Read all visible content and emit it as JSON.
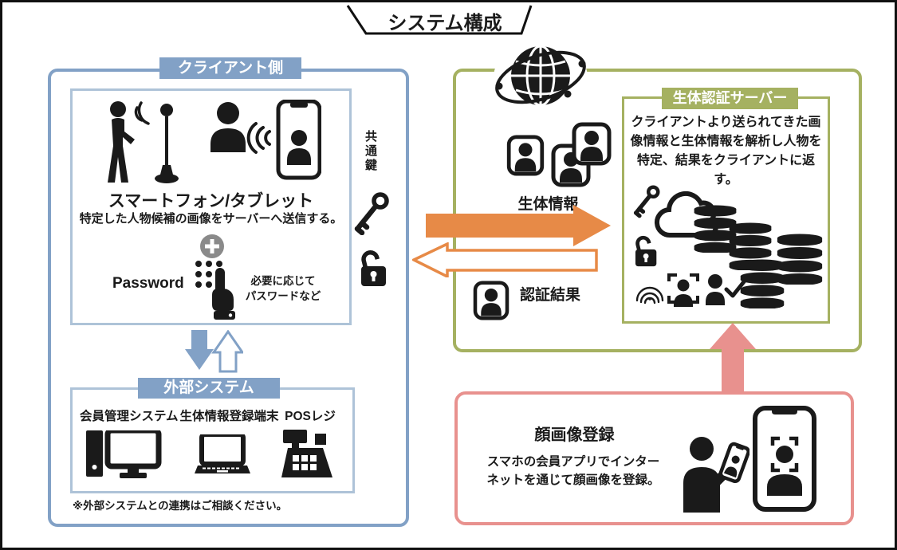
{
  "title": "システム構成",
  "client": {
    "header": "クライアント側",
    "device_title": "スマートフォン/タブレット",
    "device_desc": "特定した人物候補の画像をサーバーへ送信する。",
    "password_label": "Password",
    "password_note": [
      "必要に応じて",
      "パスワードなど"
    ],
    "common_key_label": "共通鍵"
  },
  "external": {
    "header": "外部システム",
    "items": [
      "会員管理システム",
      "生体情報登録端末",
      "POSレジ"
    ],
    "note": "※外部システムとの連携はご相談ください。"
  },
  "flow": {
    "biometric_label": "生体情報",
    "auth_result_label": "認証結果"
  },
  "server": {
    "header": "生体認証サーバー",
    "desc": [
      "クライアントより送られてきた画",
      "像情報と生体情報を解析し人物を",
      "特定、結果をクライアントに返す。"
    ]
  },
  "registration": {
    "title": "顔画像登録",
    "desc": [
      "スマホの会員アプリでインター",
      "ネットを通じて顔画像を登録。"
    ]
  },
  "colors": {
    "blue": "#82A1C6",
    "blue_light": "#AEC3D8",
    "olive": "#A5B161",
    "orange": "#E78A47",
    "pink": "#E8918E",
    "ink": "#1a1a1a",
    "plus_gray": "#8A8A8A"
  }
}
